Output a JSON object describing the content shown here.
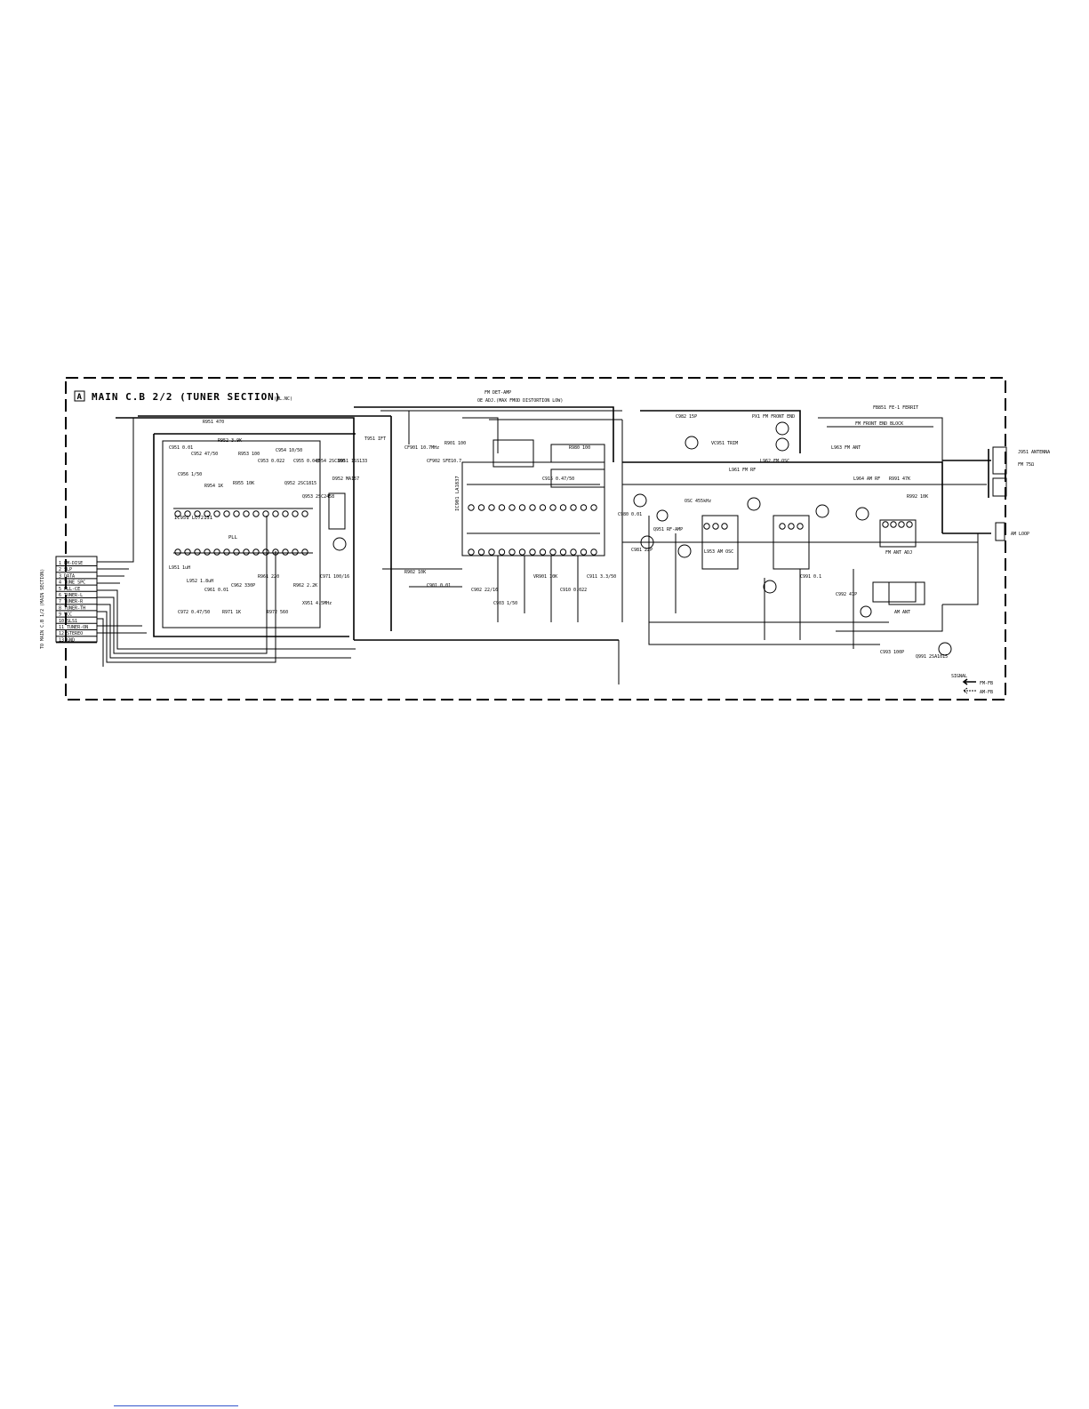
{
  "title": "MAIN C.B 2/2 (TUNER SECTION)",
  "title_badge": "A",
  "title_suffix": "(ML.NC)",
  "left_note": "TO MAIN C.B 1/2 (MAIN SECTION)",
  "connector_pins": [
    {
      "num": "1",
      "label": "FM-DISE"
    },
    {
      "num": "2",
      "label": "SLP"
    },
    {
      "num": "3",
      "label": "DATA"
    },
    {
      "num": "4",
      "label": "TUNE SPC"
    },
    {
      "num": "5",
      "label": "PLL-CE"
    },
    {
      "num": "6",
      "label": "TUNER-L"
    },
    {
      "num": "7",
      "label": "TUNER-R"
    },
    {
      "num": "8",
      "label": "TUNER-TH"
    },
    {
      "num": "9",
      "label": "VCC"
    },
    {
      "num": "10",
      "label": "SLS1"
    },
    {
      "num": "11",
      "label": "TUNER-ON"
    },
    {
      "num": "12",
      "label": "STEREO"
    },
    {
      "num": "13",
      "label": "GND"
    }
  ],
  "ic_labels": {
    "pll": "IC951 LC72131",
    "pll_tag": "PLL",
    "fm_det": "FM DET-AMP",
    "fm_note": "OE ADJ.(MAX FMOD DISTORTION LOW)",
    "if_ic": "IC901 LA1837",
    "fe_pack": "PX1  FM FRONT END",
    "ferrite": "FB851 FE-1 FERRIT",
    "front_end_note": "FM FRONT END BLOCK",
    "osc": "OSC 455kHz",
    "coil": "L953 AM OSC",
    "rf_amp": "Q951 RF-AMP",
    "ant_adj": "FM ANT ADJ",
    "am_ant": "AM ANT"
  },
  "part_labels": [
    "R951 470",
    "R952 3.9K",
    "C951 0.01",
    "C952 47/50",
    "R953 100",
    "C953 0.022",
    "C954 10/50",
    "C955 0.047",
    "C956 1/50",
    "R954 1K",
    "R955 10K",
    "Q952 2SC1815",
    "Q953 2SC2458",
    "Q954 2SC380",
    "D951 1SS133",
    "D952 MA157",
    "L951 1uH",
    "L952 1.8uH",
    "C961 0.01",
    "C962 330P",
    "R961 220",
    "R962 2.2K",
    "C971 100/16",
    "C972 0.47/50",
    "R971 1K",
    "R972 560",
    "X951 4.5MHz",
    "T951 IFT",
    "CF901 10.7MHz",
    "CF902 SFE10.7",
    "R901 100",
    "R902 10K",
    "C901 0.01",
    "C902 22/16",
    "C903 1/50",
    "VR901 10K",
    "C910 0.022",
    "C911 3.3/50",
    "C915 0.47/50",
    "R980 100",
    "C980 0.01",
    "C981 22P",
    "C982 15P",
    "VC951 TRIM",
    "L961 FM RF",
    "L962 FM OSC",
    "L963 FM ANT",
    "L964 AM RF",
    "R991 47K",
    "R992 10K",
    "C991 0.1",
    "C992 47P",
    "C993 100P",
    "Q991 2SA1015"
  ],
  "jacks": {
    "antenna": "J951 ANTENNA",
    "fm": "FM 75Ω",
    "am": "AM LOOP"
  },
  "signal_legend": {
    "title": "SIGNAL",
    "fm": "FM-FB",
    "am": "AM-FB"
  },
  "colors": {
    "line": "#000000",
    "paper": "#ffffff",
    "link": "#3355cc"
  }
}
